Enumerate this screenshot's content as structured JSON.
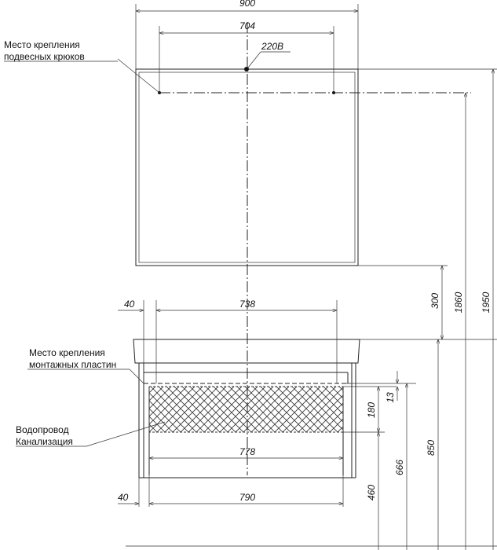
{
  "labels": {
    "hooks_line1": "Место крепления",
    "hooks_line2": "подвесных крюков",
    "plates_line1": "Место крепления",
    "plates_line2": "монтажных пластин",
    "water_line1": "Водопровод",
    "water_line2": "Канализация",
    "power": "220В"
  },
  "dimensions": {
    "mirror_width": "900",
    "hook_spacing": "704",
    "plate_spacing": "738",
    "plate_offset": "40",
    "bottom_offset": "40",
    "cabinet_inner": "778",
    "cabinet_width": "790",
    "mirror_gap": "300",
    "hook_height": "1860",
    "mirror_top_height": "1950",
    "basin_height": "850",
    "plate_height": "666",
    "pipe_zone_bottom": "460",
    "pipe_zone_height": "180",
    "plate_drop": "13"
  }
}
